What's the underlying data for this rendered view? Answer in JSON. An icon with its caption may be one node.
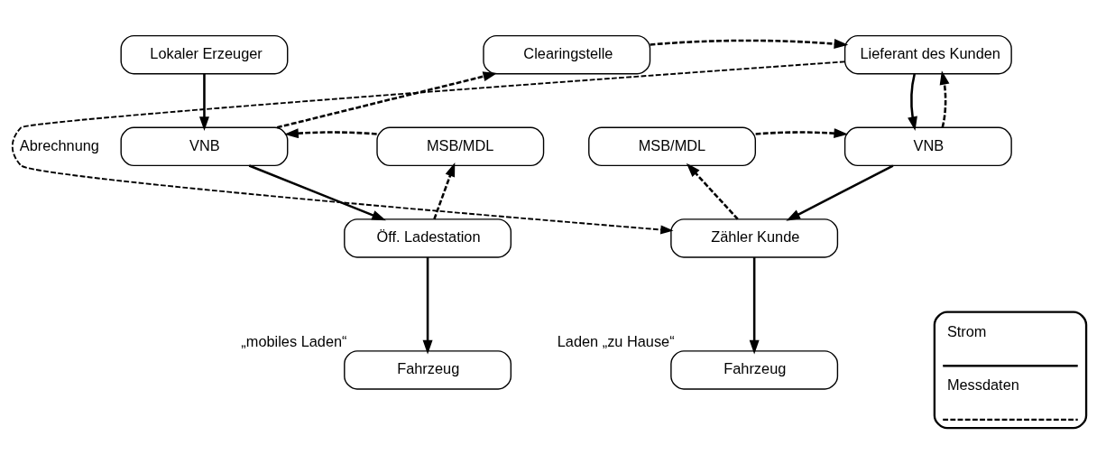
{
  "diagram": {
    "nodes": [
      {
        "text": [
          "Lokaler Erzeuger"
        ]
      },
      {
        "text": [
          "Clearingstelle"
        ]
      },
      {
        "text": [
          "Lieferant des Kunden"
        ]
      },
      {
        "text": [
          "MSB/MDL"
        ]
      },
      {
        "text": [
          "VNB"
        ]
      },
      {
        "text": [
          "VNB"
        ]
      },
      {
        "text": [
          "MSB/MDL"
        ]
      },
      {
        "text": [
          "Öff. Ladestation"
        ]
      },
      {
        "text": [
          "Zähler Kunde"
        ]
      },
      {
        "text": [
          "Fahrzeug"
        ],
        "beside": [
          "„mobiles Laden“"
        ]
      },
      {
        "text": [
          "Fahrzeug"
        ],
        "beside": [
          "Laden „zu Hause“"
        ]
      }
    ],
    "edges": [
      {
        "from": 0,
        "to": 4,
        "arrow": "to"
      },
      {
        "from": 4,
        "to": 1,
        "arrow": "to",
        "style": "dashed"
      },
      {
        "from": 1,
        "to": 2,
        "arrow": "to",
        "style": "dashed"
      },
      {
        "from": 3,
        "to": 4,
        "arrow": "to",
        "style": "dashed"
      },
      {
        "from": 4,
        "to": 7,
        "arrow": "to"
      },
      {
        "from": 7,
        "to": 3,
        "arrow": "to",
        "style": "dashed"
      },
      {
        "from": 7,
        "to": 9,
        "arrow": "to"
      },
      {
        "from": 2,
        "to": 5,
        "arrow": "to"
      },
      {
        "from": 5,
        "to": 2,
        "arrow": "to",
        "style": "dashed"
      },
      {
        "from": 6,
        "to": 5,
        "arrow": "to",
        "style": "dashed"
      },
      {
        "from": 5,
        "to": 8,
        "arrow": "to"
      },
      {
        "from": 8,
        "to": 6,
        "arrow": "to",
        "style": "dashed"
      },
      {
        "from": 8,
        "to": 10,
        "arrow": "to"
      },
      {
        "from": 2,
        "to": 8,
        "arrow": "to",
        "style": "dashed",
        "label": "Abrechnung"
      }
    ],
    "legend": [
      {
        "text": "Strom"
      },
      {
        "text": "Messdaten"
      }
    ]
  }
}
